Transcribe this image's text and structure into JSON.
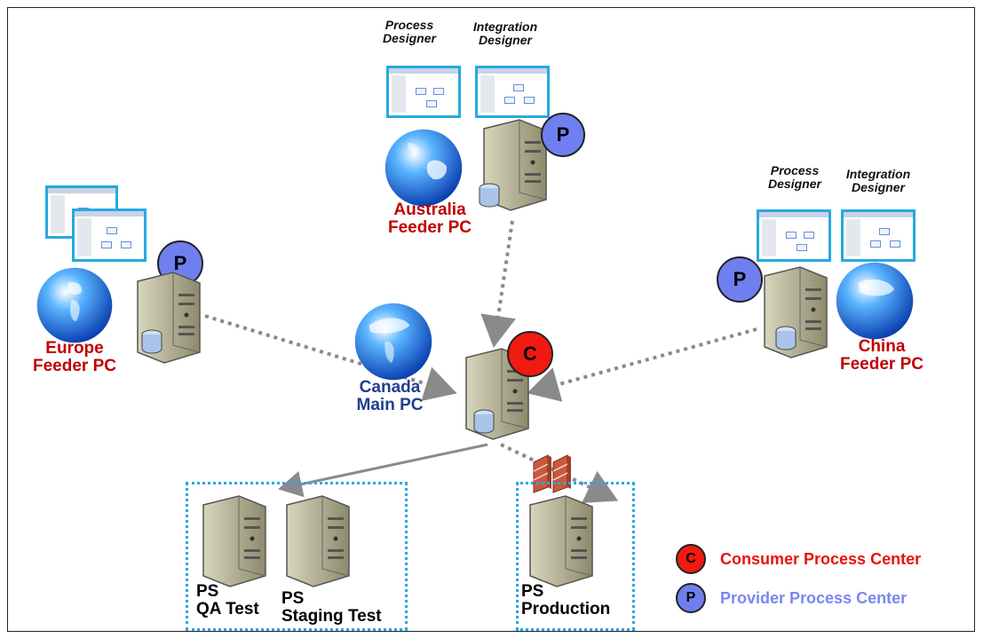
{
  "sites": {
    "australia": {
      "name_line1": "Australia",
      "name_line2": "Feeder PC",
      "tool1": "Process\nDesigner",
      "tool2": "Integration\nDesigner",
      "badge": "P"
    },
    "europe": {
      "name_line1": "Europe",
      "name_line2": "Feeder PC",
      "badge": "P"
    },
    "china": {
      "name_line1": "China",
      "name_line2": "Feeder PC",
      "tool1": "Process\nDesigner",
      "tool2": "Integration\nDesigner",
      "badge": "P"
    },
    "canada": {
      "name_line1": "Canada",
      "name_line2": "Main PC",
      "badge": "C"
    }
  },
  "servers": {
    "qa": {
      "line1": "PS",
      "line2": "QA Test"
    },
    "staging": {
      "line1": "PS",
      "line2": "Staging Test"
    },
    "production": {
      "line1": "PS",
      "line2": "Production"
    }
  },
  "legend": [
    {
      "badge": "C",
      "label": "Consumer Process Center",
      "color": "#e8120a"
    },
    {
      "badge": "P",
      "label": "Provider Process Center",
      "color": "#7a86f2"
    }
  ],
  "colors": {
    "feeder_label": "#c00000",
    "main_label": "#1f3f8f",
    "provider_badge": "#6f7ff0",
    "consumer_badge": "#f01a10",
    "accent_border": "#27a9e1"
  }
}
